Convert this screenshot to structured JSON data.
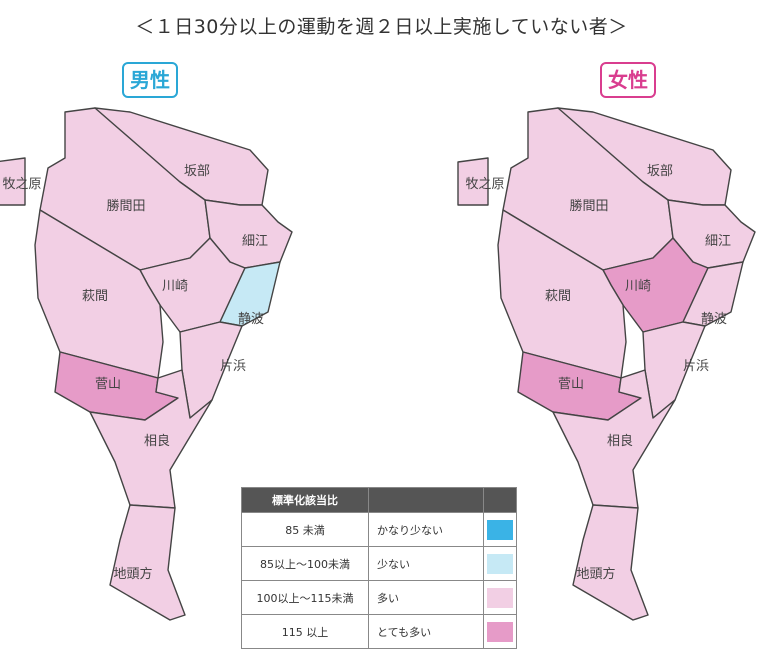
{
  "title": "＜１日30分以上の運動を週２日以上実施していない者＞",
  "colors": {
    "very_low": "#3ab3e6",
    "low": "#c6e9f5",
    "high": "#f2cfe4",
    "very_high": "#e69bc8"
  },
  "maps": [
    {
      "label": "男性",
      "regions": {
        "makinohara": {
          "name": "牧之原",
          "level": "high"
        },
        "sakabe": {
          "name": "坂部",
          "level": "high"
        },
        "katsumata": {
          "name": "勝間田",
          "level": "high"
        },
        "hosoe": {
          "name": "細江",
          "level": "high"
        },
        "kawasaki": {
          "name": "川崎",
          "level": "high"
        },
        "shizunami": {
          "name": "静波",
          "level": "low"
        },
        "hagima": {
          "name": "萩間",
          "level": "high"
        },
        "katahama": {
          "name": "片浜",
          "level": "high"
        },
        "sugeyama": {
          "name": "菅山",
          "level": "very_high"
        },
        "sagara": {
          "name": "相良",
          "level": "high"
        },
        "jitogata": {
          "name": "地頭方",
          "level": "high"
        }
      }
    },
    {
      "label": "女性",
      "regions": {
        "makinohara": {
          "name": "牧之原",
          "level": "high"
        },
        "sakabe": {
          "name": "坂部",
          "level": "high"
        },
        "katsumata": {
          "name": "勝間田",
          "level": "high"
        },
        "hosoe": {
          "name": "細江",
          "level": "high"
        },
        "kawasaki": {
          "name": "川崎",
          "level": "very_high"
        },
        "shizunami": {
          "name": "静波",
          "level": "high"
        },
        "hagima": {
          "name": "萩間",
          "level": "high"
        },
        "katahama": {
          "name": "片浜",
          "level": "high"
        },
        "sugeyama": {
          "name": "菅山",
          "level": "very_high"
        },
        "sagara": {
          "name": "相良",
          "level": "high"
        },
        "jitogata": {
          "name": "地頭方",
          "level": "high"
        }
      }
    }
  ],
  "legend": {
    "header": "標準化該当比",
    "rows": [
      {
        "range": "85 未満",
        "desc": "かなり少ない",
        "level": "very_low"
      },
      {
        "range": "85以上～100未満",
        "desc": "少ない",
        "level": "low"
      },
      {
        "range": "100以上～115未満",
        "desc": "多い",
        "level": "high"
      },
      {
        "range": "115 以上",
        "desc": "とても多い",
        "level": "very_high"
      }
    ]
  }
}
